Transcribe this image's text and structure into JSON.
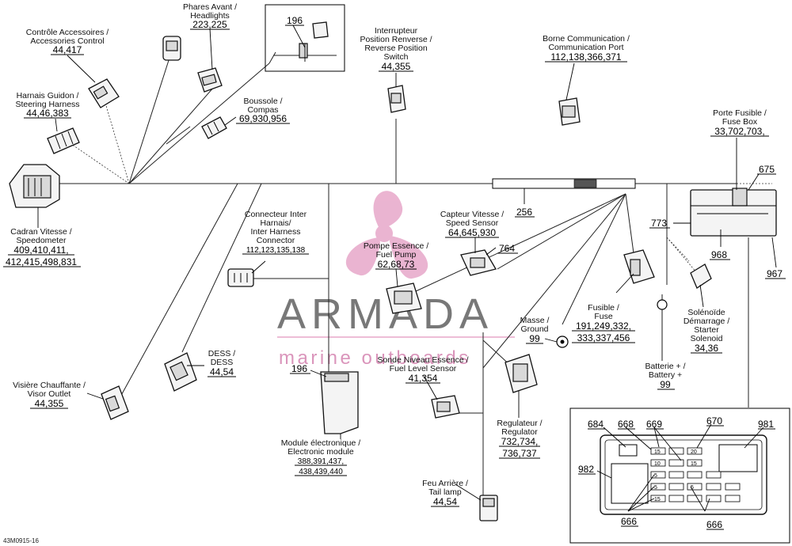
{
  "drawing_id": "43M0915-16",
  "watermark": {
    "word": "ARMADA",
    "sub": "marine outboards",
    "accent_color": "#e7a7c9",
    "text_color": "#6d6d6d"
  },
  "labels": {
    "phares": {
      "l1": "Phares Avant /",
      "l2": "Headlights",
      "num": "223,225"
    },
    "controle": {
      "l1": "Contrôle Accessoires /",
      "l2": "Accessories Control",
      "num": "44,417"
    },
    "harnais": {
      "l1": "Harnais Guidon /",
      "l2": "Steering Harness",
      "num": "44,46,383"
    },
    "boussole": {
      "l1": "Boussole /",
      "l2": "Compas",
      "num": "69,930,956"
    },
    "ref196a": {
      "num": "196"
    },
    "interrupteur": {
      "l1": "Interrupteur",
      "l2": "Position Renverse /",
      "l3": "Reverse Position",
      "l4": "Switch",
      "num": "44,355"
    },
    "borne": {
      "l1": "Borne Communication /",
      "l2": "Communication Port",
      "num": "112,138,366,371"
    },
    "porte": {
      "l1": "Porte Fusible /",
      "l2": "Fuse Box",
      "num": "33,702,703,"
    },
    "ref675": {
      "num": "675"
    },
    "ref773": {
      "num": "773"
    },
    "ref256": {
      "num": "256"
    },
    "ref968": {
      "num": "968"
    },
    "ref967": {
      "num": "967"
    },
    "cadran": {
      "l1": "Cadran Vitesse /",
      "l2": "Speedometer",
      "num1": "409,410,411,",
      "num2": "412,415,498,831"
    },
    "connecteur": {
      "l1": "Connecteur Inter",
      "l2": "Harnais/",
      "l3": "Inter Harness",
      "l4": "Connector",
      "num": "112,123,135,138"
    },
    "pompe": {
      "l1": "Pompe Essence /",
      "l2": "Fuel Pump",
      "num": "62,68,73"
    },
    "capteur": {
      "l1": "Capteur Vitesse /",
      "l2": "Speed Sensor",
      "num": "64,645,930"
    },
    "ref764": {
      "num": "764"
    },
    "fusible": {
      "l1": "Fusible /",
      "l2": "Fuse",
      "num1": "191,249,332,",
      "num2": "333,337,456"
    },
    "masse": {
      "l1": "Masse /",
      "l2": "Ground",
      "num": "99"
    },
    "solenoide": {
      "l1": "Solénoïde",
      "l2": "Démarrage /",
      "l3": "Starter",
      "l4": "Solenoid",
      "num": "34,36"
    },
    "batterie": {
      "l1": "Batterie + /",
      "l2": "Battery +",
      "num": "99"
    },
    "dess": {
      "l1": "DESS /",
      "l2": "DESS",
      "num": "44,54"
    },
    "visiere": {
      "l1": "Visière Chauffante /",
      "l2": "Visor Outlet",
      "num": "44,355"
    },
    "ref196b": {
      "num": "196"
    },
    "sonde": {
      "l1": "Sonde Niveau Essence /",
      "l2": "Fuel Level Sensor",
      "num": "41,354"
    },
    "module": {
      "l1": "Module électronique /",
      "l2": "Electronic module",
      "num1": "388,391,437,",
      "num2": "438,439,440"
    },
    "regulateur": {
      "l1": "Regulateur /",
      "l2": "Regulator",
      "num1": "732,734,",
      "num2": "736,737"
    },
    "feu": {
      "l1": "Feu Arrière /",
      "l2": "Tail lamp",
      "num": "44,54"
    },
    "fusebox": {
      "r684": "684",
      "r668": "668",
      "r669": "669",
      "r670": "670",
      "r981": "981",
      "r982": "982",
      "r666a": "666",
      "r666b": "666",
      "f15a": "15",
      "f10": "10",
      "f15b": "15",
      "f5a": "5",
      "f5b": "5",
      "f20": "20",
      "f15c": "15",
      "f5c": "5"
    }
  }
}
